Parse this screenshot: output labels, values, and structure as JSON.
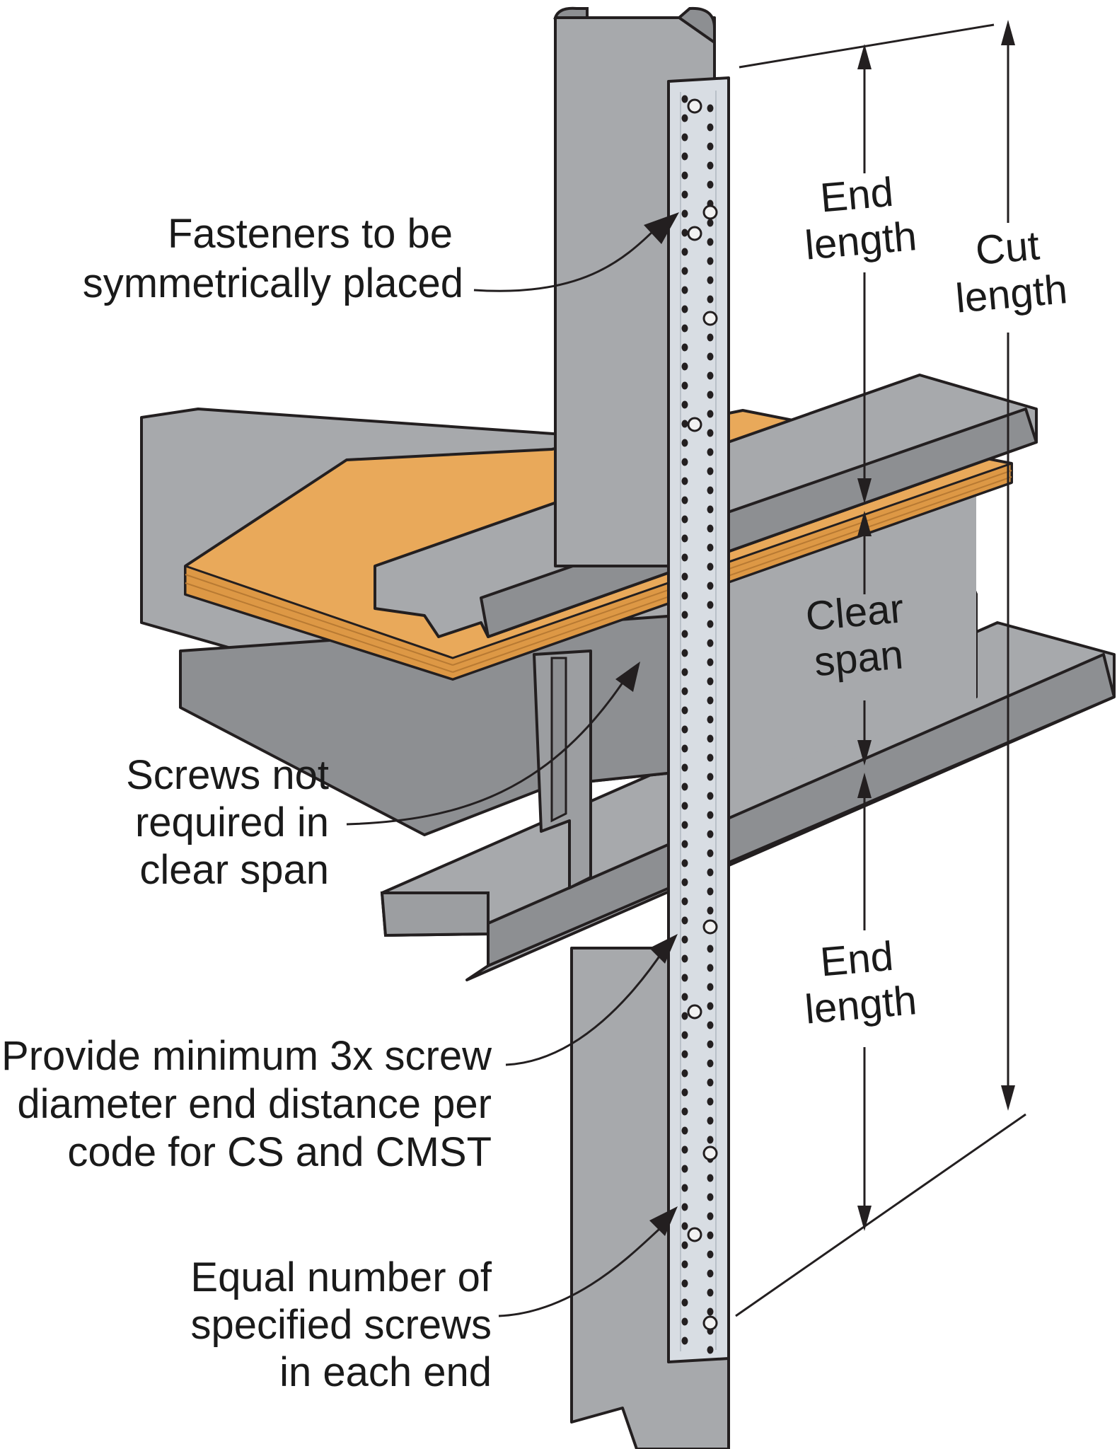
{
  "callouts": {
    "fasteners": [
      "Fasteners to be",
      "symmetrically placed"
    ],
    "screws_not_required": [
      "Screws not",
      "required in",
      "clear span"
    ],
    "end_distance": [
      "Provide minimum 3x screw",
      "diameter end distance per",
      "code for CS and CMST"
    ],
    "equal_number": [
      "Equal number of",
      "specified screws",
      "in each end"
    ]
  },
  "dimensions": {
    "end_length_top": [
      "End",
      "length"
    ],
    "clear_span": [
      "Clear",
      "span"
    ],
    "end_length_bottom": [
      "End",
      "length"
    ],
    "cut_length": [
      "Cut",
      "length"
    ]
  },
  "colors": {
    "steel": "#a7a9ac",
    "steel_dark": "#8d8f92",
    "strap": "#d8dde3",
    "sheathing": "#e9a95a",
    "outline": "#231f20"
  }
}
